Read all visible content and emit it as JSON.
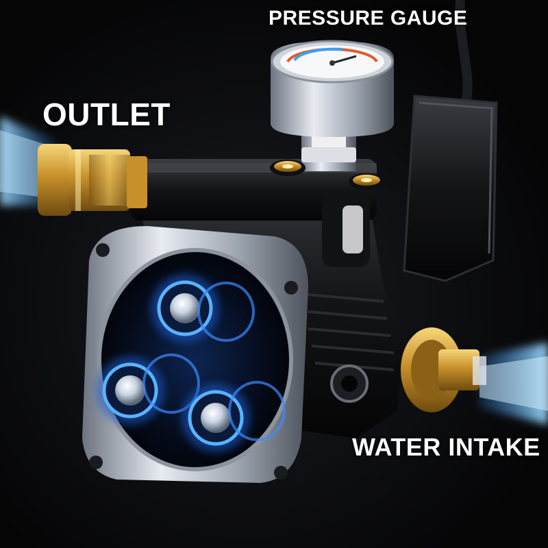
{
  "labels": {
    "pressure_gauge": "PRESSURE GAUGE",
    "outlet": "OUTLET",
    "water_intake": "WATER INTAKE"
  },
  "colors": {
    "background": "#0b0b0d",
    "brass": "#d9a93a",
    "glow_blue": "#3aa0ff",
    "pump_body": "#151517",
    "flange_silver": "#b8bcc2"
  },
  "icons": {
    "gauge": "pressure-gauge-icon",
    "outlet_fitting": "brass-quick-connect",
    "intake_fitting": "brass-hose-connector"
  }
}
